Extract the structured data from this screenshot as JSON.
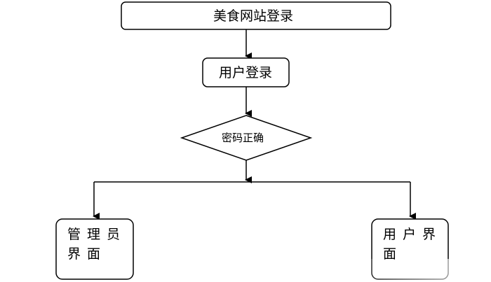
{
  "diagram": {
    "nodes": {
      "food_site_login": {
        "label": "美食网站登录"
      },
      "user_login": {
        "label": "用户登录"
      },
      "password_correct": {
        "label": "密码正确"
      },
      "admin_ui": {
        "label": "管理员界面"
      },
      "user_ui": {
        "label": "用户界面"
      }
    },
    "colors": {
      "stroke": "#000000",
      "background": "#ffffff"
    }
  }
}
